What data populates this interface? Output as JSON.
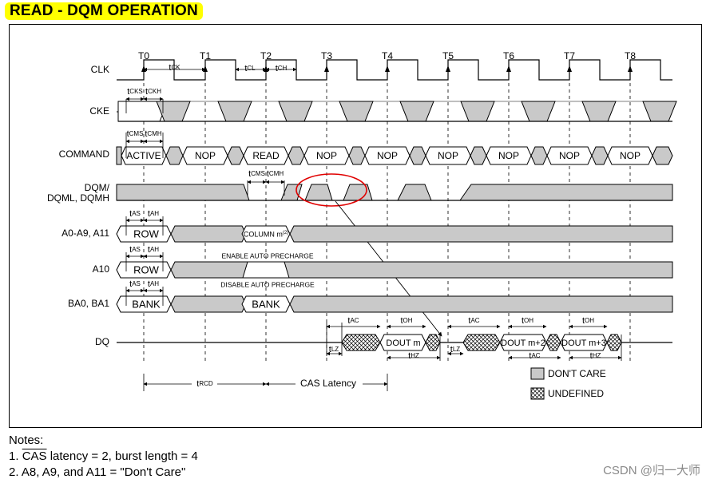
{
  "title": "READ - DQM OPERATION",
  "clock_labels": [
    "T0",
    "T1",
    "T2",
    "T3",
    "T4",
    "T5",
    "T6",
    "T7",
    "T8"
  ],
  "signals": {
    "clk": "CLK",
    "cke": "CKE",
    "command": "COMMAND",
    "dqm_line1": "DQM/",
    "dqm_line2": "DQML, DQMH",
    "addr": "A0-A9, A11",
    "a10": "A10",
    "ba": "BA0, BA1",
    "dq": "DQ"
  },
  "commands": [
    "ACTIVE",
    "NOP",
    "READ",
    "NOP",
    "NOP",
    "NOP",
    "NOP",
    "NOP",
    "NOP"
  ],
  "addr_values": {
    "row": "ROW",
    "column": "COLUMN m",
    "column_note": "(2)",
    "bank": "BANK"
  },
  "a10_labels": {
    "enable": "ENABLE AUTO PRECHARGE",
    "disable": "DISABLE AUTO PRECHARGE"
  },
  "dq_data": {
    "m": "DOUT m",
    "m2": "DOUT m+2",
    "m3": "DOUT m+3"
  },
  "timing": {
    "tck": "tCK",
    "tcl": "tCL",
    "tch": "tCH",
    "tcks": "tCKS",
    "tckh": "tCKH",
    "tcms": "tCMS",
    "tcmh": "tCMH",
    "tas": "tAS",
    "tah": "tAH",
    "tac": "tAC",
    "toh": "tOH",
    "tlz": "tLZ",
    "thz": "tHZ",
    "trcd": "tRCD",
    "cas_latency": "CAS Latency"
  },
  "legend": {
    "dont_care": "DON'T CARE",
    "undefined": "UNDEFINED"
  },
  "notes": {
    "heading": "Notes:",
    "n1_prefix": "1. ",
    "n1_cas": "CAS",
    "n1_rest": "  latency = 2, burst length = 4",
    "n2": "2. A8, A9, and A11 = \"Don't Care\""
  },
  "watermark": "CSDN @归一大师",
  "colors": {
    "dont_care": "#c9c9c9",
    "highlight": "#e00000",
    "badge": "#ffff00"
  }
}
